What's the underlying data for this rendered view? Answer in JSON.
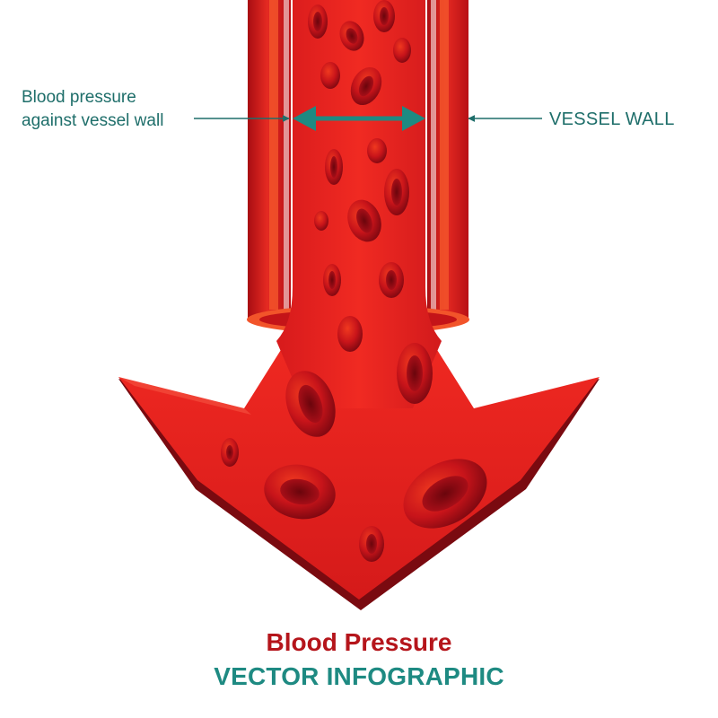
{
  "labels": {
    "pressure_line1": "Blood pressure",
    "pressure_line2": "against vessel wall",
    "vessel_wall": "VESSEL WALL"
  },
  "title": "Blood Pressure",
  "subtitle": "VECTOR INFOGRAPHIC",
  "colors": {
    "blood_red": "#d81e1e",
    "dark_red": "#8a0a10",
    "wall_orange": "#f2542a",
    "teal": "#1e8a82",
    "title_red": "#b5151b"
  }
}
